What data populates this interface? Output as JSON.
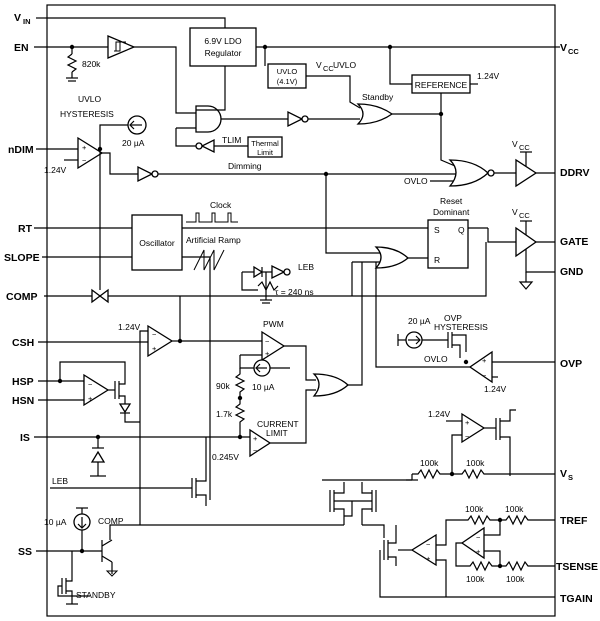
{
  "pins_left": {
    "vin": "V",
    "vin_sub": "IN",
    "en": "EN",
    "ndim": "nDIM",
    "rt": "RT",
    "slope": "SLOPE",
    "comp": "COMP",
    "csh": "CSH",
    "hsp": "HSP",
    "hsn": "HSN",
    "is": "IS",
    "ss": "SS"
  },
  "pins_right": {
    "vcc": "V",
    "vcc_sub": "CC",
    "ddrv": "DDRV",
    "gate": "GATE",
    "gnd": "GND",
    "ovp": "OVP",
    "vs": "V",
    "vs_sub": "S",
    "tref": "TREF",
    "tsense": "TSENSE",
    "tgain": "TGAIN"
  },
  "blocks": {
    "ldo_line1": "6.9V LDO",
    "ldo_line2": "Regulator",
    "uvlo_line1": "UVLO",
    "uvlo_line2": "(4.1V)",
    "reference": "REFERENCE",
    "thermal_line1": "Thermal",
    "thermal_line2": "Limit",
    "oscillator": "Oscillator",
    "latch_s": "S",
    "latch_r": "R",
    "latch_q": "Q",
    "latch_title1": "Reset",
    "latch_title2": "Dominant"
  },
  "labels": {
    "r_820k": "820k",
    "uvlo_hyst1": "UVLO",
    "uvlo_hyst2": "HYSTERESIS",
    "i_20ua": "20 µA",
    "v_124_ndim": "1.24V",
    "vcc_uvlo": "V",
    "vcc_uvlo_sub": "CC",
    "vcc_uvlo_rest": " UVLO",
    "standby": "Standby",
    "ref_124": "1.24V",
    "tlim": "TLIM",
    "dimming": "Dimming",
    "ovlo_top": "OVLO",
    "vcc_ddrv": "V",
    "vcc_ddrv_sub": "CC",
    "vcc_gate": "V",
    "vcc_gate_sub": "CC",
    "clock": "Clock",
    "artificial_ramp": "Artificial Ramp",
    "leb_top": "LEB",
    "tau": "τ = 240 ns",
    "v_124_csh": "1.24V",
    "pwm": "PWM",
    "i_10ua": "10 µA",
    "r_90k": "90k",
    "r_17k": "1.7k",
    "current_limit1": "CURRENT",
    "current_limit2": "LIMIT",
    "v_0245": "0.245V",
    "i_20ua_ovp": "20 µA",
    "ovp_hyst1": "OVP",
    "ovp_hyst2": "HYSTERESIS",
    "ovlo_ovp": "OVLO",
    "v_124_ovp": "1.24V",
    "v_124_vs": "1.24V",
    "r_100k_vs1": "100k",
    "r_100k_vs2": "100k",
    "leb_bottom": "LEB",
    "i_10ua_ss": "10 µA",
    "comp_ss": "COMP",
    "standby_ss": "STANDBY",
    "r_100k_t1": "100k",
    "r_100k_t2": "100k",
    "r_100k_t3": "100k",
    "r_100k_t4": "100k"
  }
}
